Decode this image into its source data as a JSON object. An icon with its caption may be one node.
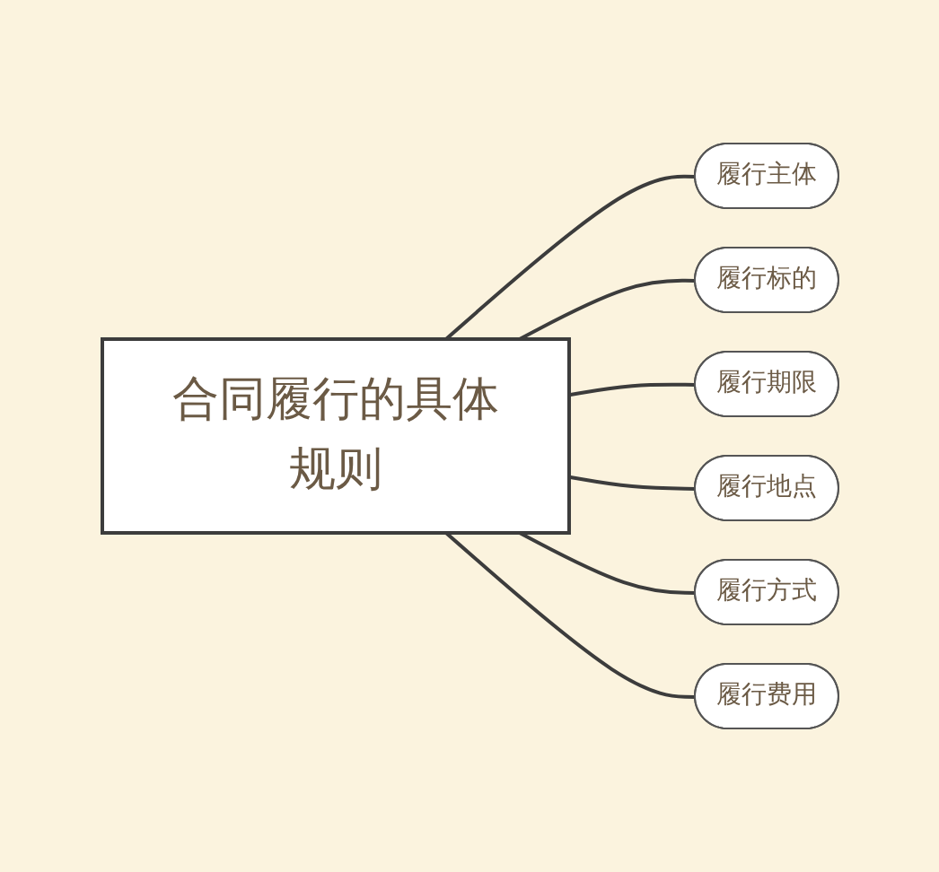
{
  "diagram": {
    "nodes": [
      {
        "text": [
          "合同履行的具体规则"
        ]
      },
      {
        "text": [
          "履行主体"
        ]
      },
      {
        "text": [
          "履行标的"
        ]
      },
      {
        "text": [
          "履行期限"
        ]
      },
      {
        "text": [
          "履行地点"
        ]
      },
      {
        "text": [
          "履行方式"
        ]
      },
      {
        "text": [
          "履行费用"
        ]
      }
    ],
    "edges": [
      {
        "from": 0,
        "to": 1,
        "arrow": "none"
      },
      {
        "from": 0,
        "to": 2,
        "arrow": "none"
      },
      {
        "from": 0,
        "to": 3,
        "arrow": "none"
      },
      {
        "from": 0,
        "to": 4,
        "arrow": "none"
      },
      {
        "from": 0,
        "to": 5,
        "arrow": "none"
      },
      {
        "from": 0,
        "to": 6,
        "arrow": "none"
      }
    ]
  }
}
